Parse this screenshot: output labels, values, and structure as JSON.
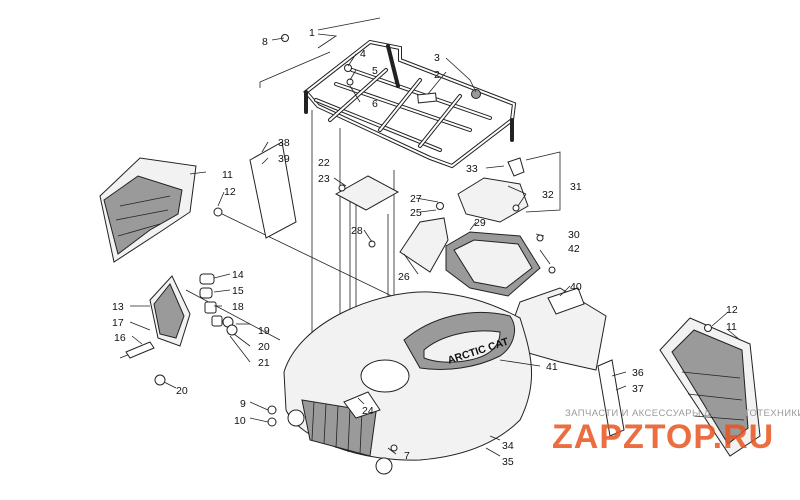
{
  "diagram": {
    "callouts": [
      {
        "id": "c1",
        "text": "1"
      },
      {
        "id": "c2",
        "text": "2"
      },
      {
        "id": "c3",
        "text": "3"
      },
      {
        "id": "c4",
        "text": "4"
      },
      {
        "id": "c5",
        "text": "5"
      },
      {
        "id": "c6",
        "text": "6"
      },
      {
        "id": "c7",
        "text": "7"
      },
      {
        "id": "c8",
        "text": "8"
      },
      {
        "id": "c9",
        "text": "9"
      },
      {
        "id": "c10",
        "text": "10"
      },
      {
        "id": "c11a",
        "text": "11"
      },
      {
        "id": "c12a",
        "text": "12"
      },
      {
        "id": "c11b",
        "text": "11"
      },
      {
        "id": "c12b",
        "text": "12"
      },
      {
        "id": "c13",
        "text": "13"
      },
      {
        "id": "c14",
        "text": "14"
      },
      {
        "id": "c15",
        "text": "15"
      },
      {
        "id": "c16",
        "text": "16"
      },
      {
        "id": "c17",
        "text": "17"
      },
      {
        "id": "c18",
        "text": "18"
      },
      {
        "id": "c19",
        "text": "19"
      },
      {
        "id": "c20a",
        "text": "20"
      },
      {
        "id": "c20b",
        "text": "20"
      },
      {
        "id": "c21",
        "text": "21"
      },
      {
        "id": "c22",
        "text": "22"
      },
      {
        "id": "c23",
        "text": "23"
      },
      {
        "id": "c24",
        "text": "24"
      },
      {
        "id": "c25",
        "text": "25"
      },
      {
        "id": "c26",
        "text": "26"
      },
      {
        "id": "c27",
        "text": "27"
      },
      {
        "id": "c28",
        "text": "28"
      },
      {
        "id": "c29",
        "text": "29"
      },
      {
        "id": "c30",
        "text": "30"
      },
      {
        "id": "c31",
        "text": "31"
      },
      {
        "id": "c32",
        "text": "32"
      },
      {
        "id": "c33",
        "text": "33"
      },
      {
        "id": "c34",
        "text": "34"
      },
      {
        "id": "c35",
        "text": "35"
      },
      {
        "id": "c36",
        "text": "36"
      },
      {
        "id": "c37",
        "text": "37"
      },
      {
        "id": "c38",
        "text": "38"
      },
      {
        "id": "c39",
        "text": "39"
      },
      {
        "id": "c40",
        "text": "40"
      },
      {
        "id": "c41",
        "text": "41"
      },
      {
        "id": "c42",
        "text": "42"
      }
    ],
    "decal_text": "ARCTIC CAT"
  },
  "watermark": {
    "tagline": "ЗАПЧАСТИ И АКСЕССУАРЫ ДЛЯ МОТОТЕХНИКИ",
    "site": "ZAPZTOP.RU",
    "color": "#e8541e"
  }
}
